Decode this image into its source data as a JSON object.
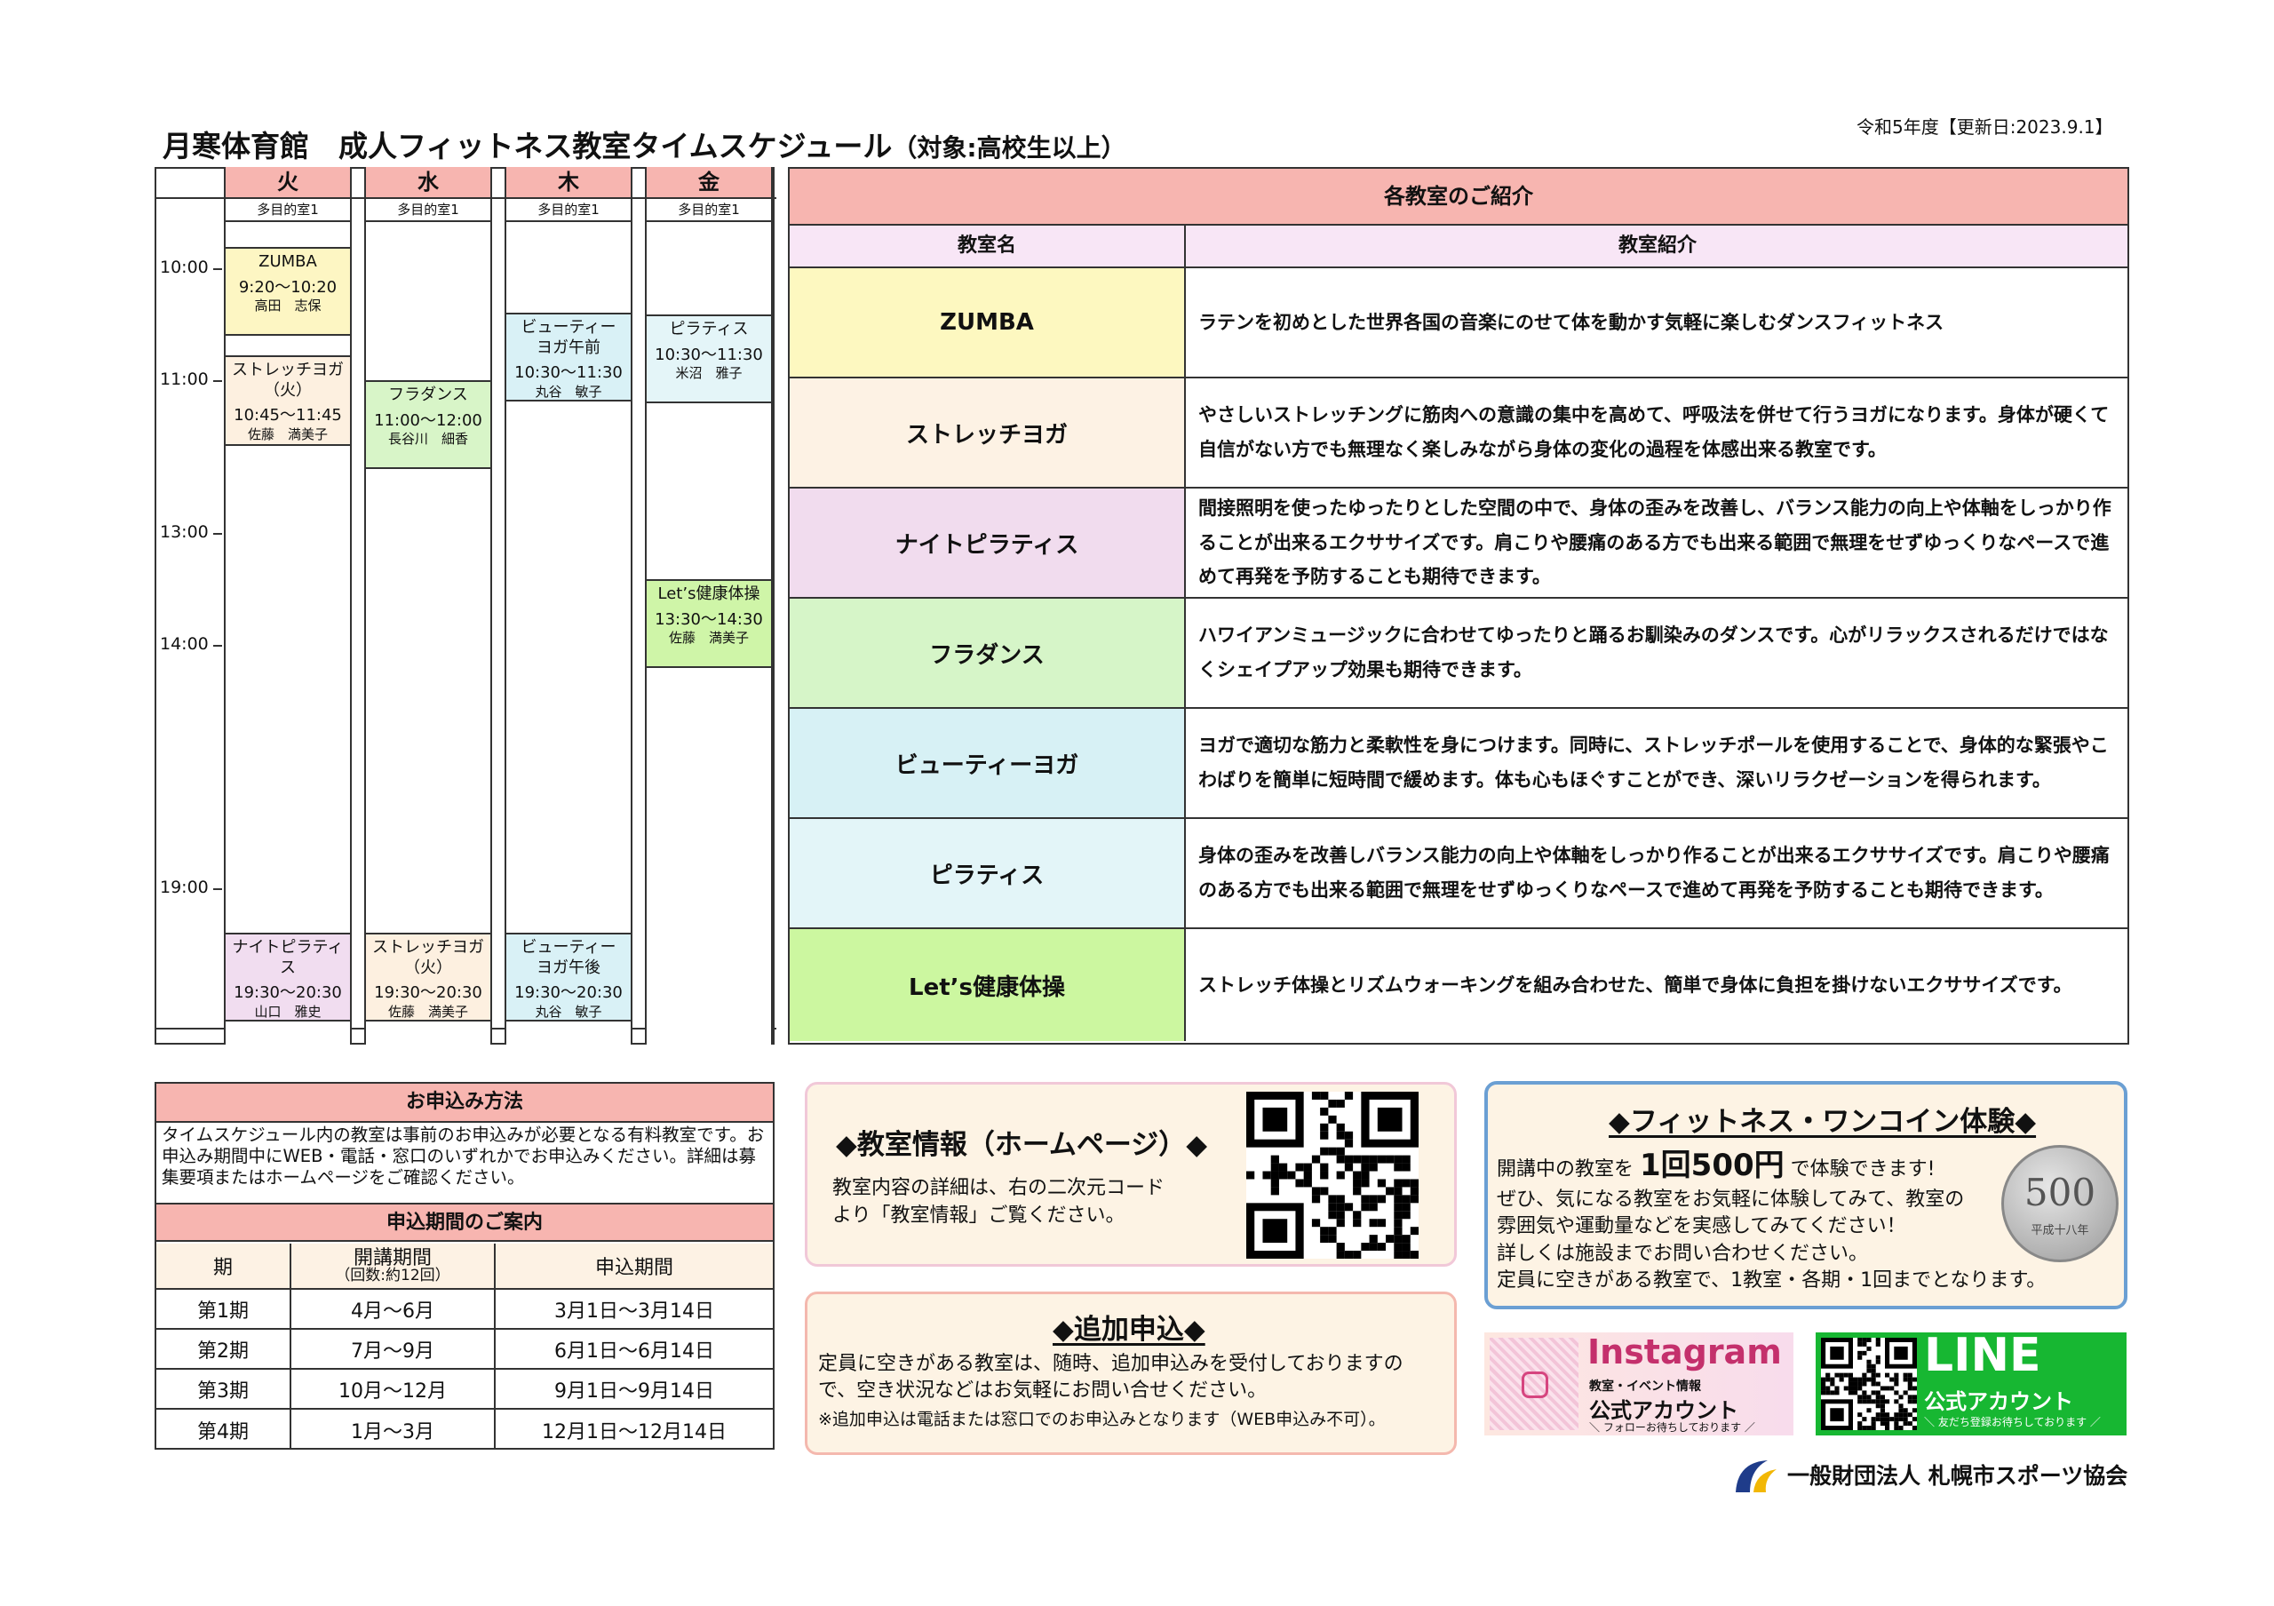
{
  "header": {
    "title": "月寒体育館　成人フィットネス教室タイムスケジュール",
    "target": "（対象:高校生以上）",
    "update": "令和5年度【更新日:2023.9.1】"
  },
  "schedule": {
    "days": [
      {
        "day": "火",
        "room": "多目的室1"
      },
      {
        "day": "水",
        "room": "多目的室1"
      },
      {
        "day": "木",
        "room": "多目的室1"
      },
      {
        "day": "金",
        "room": "多目的室1"
      }
    ],
    "times": [
      "10:00",
      "11:00",
      "13:00",
      "14:00",
      "19:00"
    ],
    "classes": [
      {
        "day": "火",
        "name": "ZUMBA",
        "time": "9:20～10:20",
        "person": "高田　志保",
        "color": "#fdf6c3"
      },
      {
        "day": "火",
        "name": "ストレッチヨガ\n（火）",
        "time": "10:45～11:45",
        "person": "佐藤　満美子",
        "color": "#fdf0e0"
      },
      {
        "day": "水",
        "name": "フラダンス",
        "time": "11:00～12:00",
        "person": "長谷川　細香",
        "color": "#d8f5c8"
      },
      {
        "day": "木",
        "name": "ビューティー\nヨガ午前",
        "time": "10:30～11:30",
        "person": "丸谷　敏子",
        "color": "#d9f1f6"
      },
      {
        "day": "金",
        "name": "ピラティス",
        "time": "10:30～11:30",
        "person": "米沼　雅子",
        "color": "#e4f5f8"
      },
      {
        "day": "金",
        "name": "Let’s健康体操",
        "time": "13:30～14:30",
        "person": "佐藤　満美子",
        "color": "#cff5a8"
      },
      {
        "day": "火",
        "name": "ナイトピラティス",
        "time": "19:30～20:30",
        "person": "山口　雅史",
        "color": "#f1ddf0"
      },
      {
        "day": "水",
        "name": "ストレッチヨガ\n（火）",
        "time": "19:30～20:30",
        "person": "佐藤　満美子",
        "color": "#fdf0e0"
      },
      {
        "day": "木",
        "name": "ビューティー\nヨガ午後",
        "time": "19:30～20:30",
        "person": "丸谷　敏子",
        "color": "#d9f1f6"
      }
    ]
  },
  "intro": {
    "title": "各教室のご紹介",
    "col_name": "教室名",
    "col_desc": "教室紹介",
    "rows": [
      {
        "name": "ZUMBA",
        "desc": "ラテンを初めとした世界各国の音楽にのせて体を動かす気軽に楽しむダンスフィットネス",
        "color": "#fdf8c0"
      },
      {
        "name": "ストレッチヨガ",
        "desc": "やさしいストレッチングに筋肉への意識の集中を高めて、呼吸法を併せて行うヨガになります。身体が硬くて自信がない方でも無理なく楽しみながら身体の変化の過程を体感出来る教室です。",
        "color": "#fdf2e4"
      },
      {
        "name": "ナイトピラティス",
        "desc": "間接照明を使ったゆったりとした空間の中で、身体の歪みを改善し、バランス能力の向上や体軸をしっかり作ることが出来るエクササイズです。肩こりや腰痛のある方でも出来る範囲で無理をせずゆっくりなペースで進めて再発を予防することも期待できます。",
        "color": "#f1dcee"
      },
      {
        "name": "フラダンス",
        "desc": "ハワイアンミュージックに合わせてゆったりと踊るお馴染みのダンスです。心がリラックスされるだけではなくシェイプアップ効果も期待できます。",
        "color": "#d6f5c8"
      },
      {
        "name": "ビューティーヨガ",
        "desc": "ヨガで適切な筋力と柔軟性を身につけます。同時に、ストレッチポールを使用することで、身体的な緊張やこわばりを簡単に短時間で緩めます。体も心もほぐすことができ、深いリラクゼーションを得られます。",
        "color": "#d7f1f5"
      },
      {
        "name": "ピラティス",
        "desc": "身体の歪みを改善しバランス能力の向上や体軸をしっかり作ることが出来るエクササイズです。肩こりや腰痛のある方でも出来る範囲で無理をせずゆっくりなペースで進めて再発を予防することも期待できます。",
        "color": "#e3f5f8"
      },
      {
        "name": "Let’s健康体操",
        "desc": "ストレッチ体操とリズムウォーキングを組み合わせた、簡単で身体に負担を掛けないエクササイズです。",
        "color": "#ccf7a0"
      }
    ]
  },
  "apply": {
    "title": "お申込み方法",
    "text": "タイムスケジュール内の教室は事前のお申込みが必要となる有料教室です。お申込み期間中にWEB・電話・窓口のいずれかでお申込みください。詳細は募集要項またはホームページをご確認ください。",
    "period_title": "申込期間のご案内",
    "col_term": "期",
    "col_open": "開講期間",
    "col_open_note": "（回数:約12回）",
    "col_apply": "申込期間",
    "terms": [
      {
        "term": "第1期",
        "open": "4月～6月",
        "apply": "3月1日～3月14日"
      },
      {
        "term": "第2期",
        "open": "7月～9月",
        "apply": "6月1日～6月14日"
      },
      {
        "term": "第3期",
        "open": "10月～12月",
        "apply": "9月1日～9月14日"
      },
      {
        "term": "第4期",
        "open": "1月～3月",
        "apply": "12月1日～12月14日"
      }
    ]
  },
  "info": {
    "title": "◆教室情報（ホームページ）◆",
    "text1": "教室内容の詳細は、右の二次元コード",
    "text2": "より「教室情報」ご覧ください。"
  },
  "extra": {
    "title": "◆追加申込◆",
    "text": "定員に空きがある教室は、随時、追加申込みを受付しておりますので、空き状況などはお気軽にお問い合せください。",
    "note": "※追加申込は電話または窓口でのお申込みとなります（WEB申込み不可）。"
  },
  "coin": {
    "title": "◆フィットネス・ワンコイン体験◆",
    "line1_pre": "開講中の教室を",
    "line1_price": "1回500円",
    "line1_post": "で体験できます!",
    "line2": "ぜひ、気になる教室をお気軽に体験してみて、教室の",
    "line3": "雰囲気や運動量などを実感してみてください！",
    "line4": "詳しくは施設までお問い合わせください。",
    "line5": "定員に空きがある教室で、1教室・各期・1回までとなります。",
    "coin_value": "500",
    "coin_text": "平成十八年"
  },
  "instagram": {
    "brand": "Instagram",
    "sub": "教室・イベント情報",
    "account": "公式アカウント",
    "follow": "＼ フォローお待ちしております ／"
  },
  "line": {
    "brand": "LINE",
    "account": "公式アカウント",
    "follow": "＼ 友だち登録お待ちしております ／"
  },
  "org": {
    "name": "一般財団法人 札幌市スポーツ協会"
  }
}
